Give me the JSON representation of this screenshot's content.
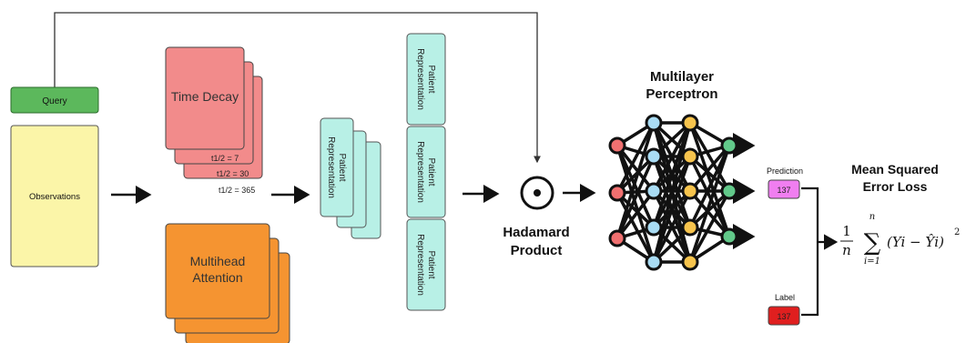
{
  "query": {
    "label": "Query"
  },
  "observations": {
    "label": "Observations"
  },
  "time_decay": {
    "title": "Time Decay",
    "half_lives": [
      "t1/2 = 7",
      "t1/2 = 30",
      "t1/2 = 365"
    ]
  },
  "multihead": {
    "title_line1": "Multihead",
    "title_line2": "Attention"
  },
  "patient_rep": {
    "line1": "Patient",
    "line2": "Representation"
  },
  "hadamard": {
    "line1": "Hadamard",
    "line2": "Product"
  },
  "mlp": {
    "line1": "Multilayer",
    "line2": "Perceptron"
  },
  "prediction": {
    "label": "Prediction",
    "value": "137"
  },
  "label_box": {
    "label": "Label",
    "value": "137"
  },
  "loss": {
    "line1": "Mean Squared",
    "line2": "Error Loss",
    "formula_prefix": "1",
    "formula_n": "n",
    "sum_top": "n",
    "sum_bottom": "i=1",
    "term": "(Yi − Ŷi)",
    "power": "2"
  },
  "colors": {
    "query": "#5cb85c",
    "observations": "#fbf5a8",
    "time_decay": "#f28b8b",
    "multihead": "#f59431",
    "patient_rep": "#b8f0e6",
    "prediction": "#f07ef0",
    "label": "#e01f1f",
    "node_red": "#f07070",
    "node_blue": "#a9dcf4",
    "node_yellow": "#f7c44d",
    "node_green": "#62c98a"
  }
}
